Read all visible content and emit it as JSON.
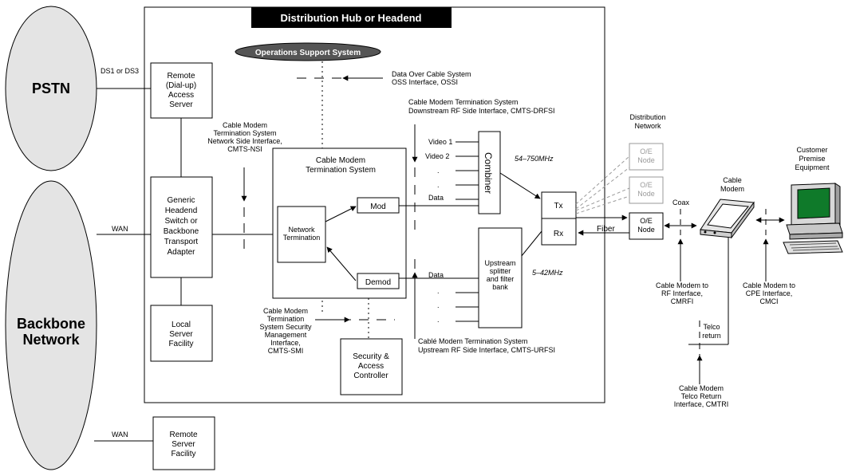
{
  "hub_title": "Distribution Hub or Headend",
  "oss": "Operations Support System",
  "pstn": "PSTN",
  "backbone": [
    "Backbone",
    "Network"
  ],
  "ds_label": "DS1 or DS3",
  "wan1": "WAN",
  "wan2": "WAN",
  "remote_access": [
    "Remote",
    "(Dial-up)",
    "Access",
    "Server"
  ],
  "generic_switch": [
    "Generic",
    "Headend",
    "Switch or",
    "Backbone",
    "Transport",
    "Adapter"
  ],
  "local_server": [
    "Local",
    "Server",
    "Facility"
  ],
  "remote_server": [
    "Remote",
    "Server",
    "Facility"
  ],
  "cmts": [
    "Cable Modem",
    "Termination System"
  ],
  "network_termination": [
    "Network",
    "Termination"
  ],
  "mod": "Mod",
  "demod": "Demod",
  "combiner": "Combiner",
  "combiner_inputs": [
    "Video 1",
    "Video 2",
    ".",
    ".",
    "Data"
  ],
  "splitter": [
    "Upstream",
    "splitter",
    "and filter",
    "bank"
  ],
  "splitter_outputs": [
    "Data",
    ".",
    ".",
    "."
  ],
  "freq_down": "54–750MHz",
  "freq_up": "5–42MHz",
  "tx": "Tx",
  "rx": "Rx",
  "fiber": "Fiber",
  "coax": "Coax",
  "oe_node": [
    "O/E",
    "Node"
  ],
  "oe_faded_1": [
    "O/E",
    "Node"
  ],
  "oe_faded_2": [
    "O/E",
    "Node"
  ],
  "distribution_network": [
    "Distribution",
    "Network"
  ],
  "cable_modem": [
    "Cable",
    "Modem"
  ],
  "cpe": [
    "Customer",
    "Premise",
    "Equipment"
  ],
  "telco_return": [
    "Telco",
    "return"
  ],
  "security": [
    "Security &",
    "Access",
    "Controller"
  ],
  "ossi": [
    "Data Over Cable System",
    "OSS Interface, OSSI"
  ],
  "drfsi": [
    "Cable Modem Termination System",
    "Downstream RF Side Interface, CMTS-DRFSI"
  ],
  "nsi": [
    "Cable Modem",
    "Termination System",
    "Network Side Interface,",
    "CMTS-NSI"
  ],
  "urfsi": [
    "Cablé Modem Termination System",
    "Upstream RF Side Interface, CMTS-URFSI"
  ],
  "smi": [
    "Cable Modem",
    "Termination",
    "System Security",
    "Management",
    "Interface,",
    "CMTS-SMI"
  ],
  "cmrfi": [
    "Cable Modem to",
    "RF Interface,",
    "CMRFI"
  ],
  "cmci": [
    "Cable Modem to",
    "CPE Interface,",
    "CMCI"
  ],
  "cmtri": [
    "Cable Modem",
    "Telco Return",
    "Interface, CMTRI"
  ],
  "colors": {
    "ellipse_fill": "#e4e4e4",
    "hub_title_bg": "#000000",
    "screen": "#0f7a2a",
    "faded": "#9a9a9a"
  },
  "icons": {
    "cable_modem": "cable-modem-icon",
    "computer": "computer-icon"
  }
}
